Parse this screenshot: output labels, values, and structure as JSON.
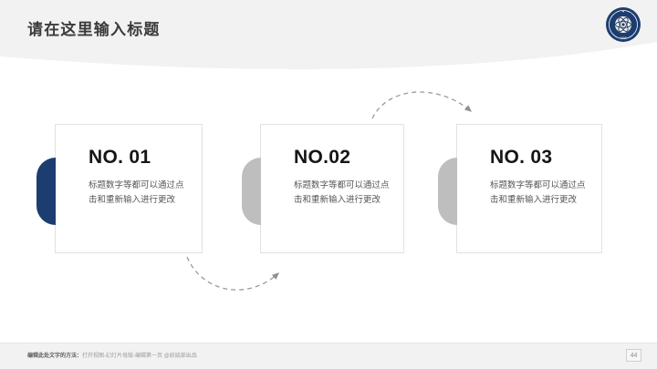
{
  "slide": {
    "title": "请在这里输入标题",
    "logo_icon": "university-seal-icon",
    "background": "#ffffff",
    "header_band_color": "#f2f2f2"
  },
  "cards": [
    {
      "number": "NO. 01",
      "body": "标题数字等都可以通过点击和重新输入进行更改",
      "accent_color": "#1c3d70",
      "marker_icon": "half-circle-marker-icon"
    },
    {
      "number": "NO.02",
      "body": "标题数字等都可以通过点击和重新输入进行更改",
      "accent_color": "#bebebe",
      "marker_icon": "half-circle-marker-icon"
    },
    {
      "number": "NO. 03",
      "body": "标题数字等都可以通过点击和重新输入进行更改",
      "accent_color": "#bebebe",
      "marker_icon": "half-circle-marker-icon"
    }
  ],
  "connectors": [
    {
      "name": "arrow-card1-to-card2",
      "icon": "dashed-curved-arrow-icon",
      "direction": "down-right",
      "color": "#9a9a9a"
    },
    {
      "name": "arrow-card2-to-card3",
      "icon": "dashed-curved-arrow-icon",
      "direction": "up-right",
      "color": "#9a9a9a"
    }
  ],
  "footer": {
    "note_label": "编辑此处文字的方法：",
    "note_text": "打开视图-幻灯片母版-编辑第一页 @妖娆部出品",
    "page_number": "44"
  }
}
